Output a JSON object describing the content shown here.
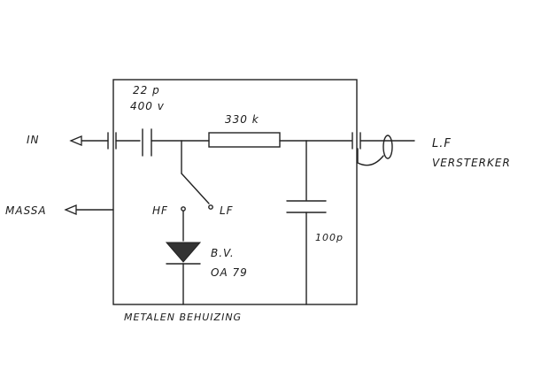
{
  "labels": {
    "input": "IN",
    "ground": "MASSA",
    "cap_value": "22 p",
    "cap_voltage": "400 v",
    "resistor": "330 k",
    "output_line1": "L.F",
    "output_line2": "VERSTERKER",
    "switch_hf": "HF",
    "switch_lf": "LF",
    "diode_line1": "B.V.",
    "diode_line2": "OA 79",
    "cap_output": "100p",
    "housing": "METALEN   BEHUIZING"
  },
  "colors": {
    "ink": "#222222",
    "paper": "#ffffff"
  }
}
